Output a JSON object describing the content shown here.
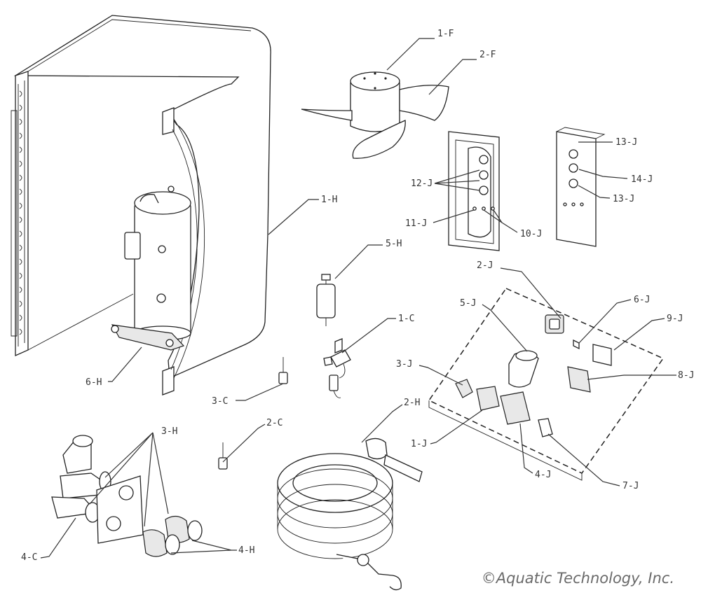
{
  "labels": {
    "l_1F": "1-F",
    "l_2F": "2-F",
    "l_1H": "1-H",
    "l_12J": "12-J",
    "l_11J": "11-J",
    "l_10J": "10-J",
    "l_13Ja": "13-J",
    "l_14J": "14-J",
    "l_13Jb": "13-J",
    "l_5H": "5-H",
    "l_2J": "2-J",
    "l_5J": "5-J",
    "l_6J": "6-J",
    "l_9J": "9-J",
    "l_1C": "1-C",
    "l_3J": "3-J",
    "l_8J": "8-J",
    "l_6H": "6-H",
    "l_3C": "3-C",
    "l_2H": "2-H",
    "l_2C": "2-C",
    "l_1J": "1-J",
    "l_4J": "4-J",
    "l_7J": "7-J",
    "l_3H": "3-H",
    "l_4C": "4-C",
    "l_4H": "4-H"
  },
  "copyright": "©Aquatic Technology, Inc."
}
